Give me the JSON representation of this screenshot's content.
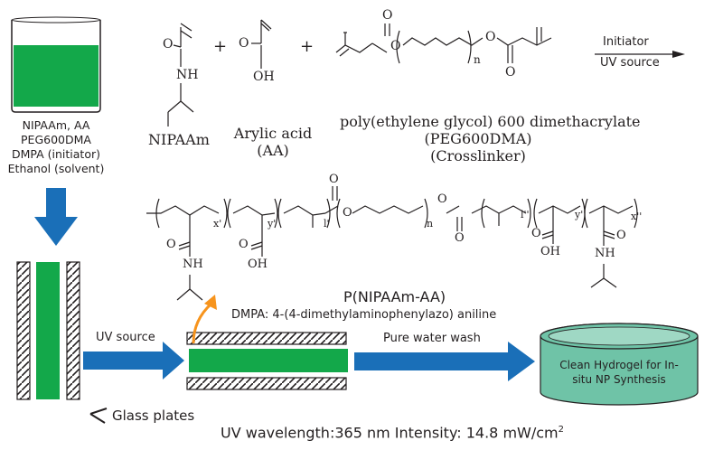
{
  "beaker": {
    "lines": [
      "NIPAAm, AA",
      "PEG600DMA",
      "DMPA (initiator)",
      "Ethanol (solvent)"
    ]
  },
  "reactants": {
    "nipaam": {
      "label": "NIPAAm",
      "o": "O",
      "nh": "NH"
    },
    "plus1": "+",
    "aa": {
      "name": "Arylic acid",
      "abbr": "(AA)",
      "o": "O",
      "oh": "OH"
    },
    "plus2": "+",
    "peg": {
      "name": "poly(ethylene glycol) 600 dimethacrylate",
      "abbr": "(PEG600DMA)",
      "role": "(Crosslinker)",
      "o_top": "O",
      "o_ether1": "O",
      "o_ether2": "O",
      "o_bottom": "O",
      "n": "n"
    }
  },
  "reaction_arrow": {
    "top": "Initiator",
    "bottom": "UV source"
  },
  "polymer": {
    "name": "P(NIPAAm-AA)",
    "subscripts": [
      "x'",
      "y'",
      "l'",
      "n",
      "l''",
      "y''",
      "x''"
    ],
    "atoms": {
      "o1": "O",
      "nh1": "NH",
      "o2": "O",
      "oh1": "OH",
      "o3": "O",
      "o4": "O",
      "o5": "O",
      "o6": "O",
      "oh2": "OH",
      "o7": "O",
      "nh2": "NH"
    }
  },
  "dmpa_note": "DMPA: 4-(4-dimethylaminophenylazo) aniline",
  "process": {
    "uv_source": "UV source",
    "wash": "Pure water wash",
    "product": "Clean Hydrogel for In-situ NP Synthesis",
    "glass": "Glass plates"
  },
  "footer": {
    "prefix": "UV wavelength:365 nm Intensity: 14.8 mW/cm",
    "sup": "2"
  },
  "colors": {
    "green": "#13a84a",
    "blue": "#1a6fb8",
    "orange": "#f7941d",
    "teal_fill": "#6fc3a7",
    "ink": "#231f20"
  }
}
